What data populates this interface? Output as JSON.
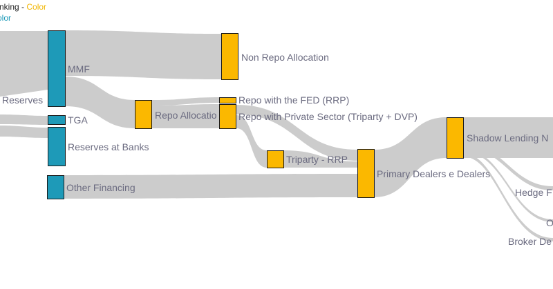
{
  "legend": {
    "line1_prefix": "nking - ",
    "line1_accent": "Color",
    "line2": "olor"
  },
  "colors": {
    "flow": "#cccccc",
    "node_blue": "#1e9ab8",
    "node_gold": "#fbb800",
    "label": "#6b6b80"
  },
  "nodes": {
    "reserves": "Reserves",
    "mmf": "MMF",
    "tga": "TGA",
    "reserves_at_banks": "Reserves at Banks",
    "other_financing": "Other Financing",
    "repo_allocation": "Repo Allocatio",
    "non_repo_allocation": "Non Repo Allocation",
    "repo_fed": "Repo with the FED (RRP)",
    "repo_private": "Repo with Private Sector (Triparty + DVP)",
    "triparty_rrp": "Triparty - RRP",
    "primary_dealers": "Primary Dealers e Dealers",
    "shadow_lending": "Shadow Lending N",
    "hedge": "Hedge F",
    "other_o": "O",
    "broker": "Broker De"
  }
}
